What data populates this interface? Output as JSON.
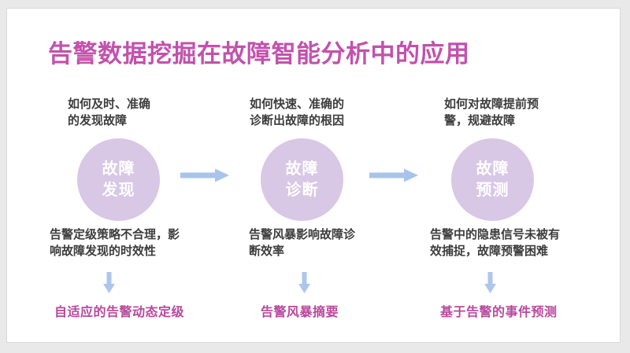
{
  "slide": {
    "title": "告警数据挖掘在故障智能分析中的应用",
    "colors": {
      "title_text": "#c351ad",
      "solution_text": "#b9489f",
      "body_text": "#3d3d3d",
      "circle_fill": "#d8c7e5",
      "circle_text": "#ffffff",
      "arrow_fill": "#a9c4ea",
      "slide_background": "#ffffff",
      "outer_background": "#e9e9e9"
    },
    "columns": [
      {
        "question": "如何及时、准确\n的发现故障",
        "circle_label": "故障\n发现",
        "problem": "告警定级策略不合理，影\n响故障发现的时效性",
        "solution": "自适应的告警动态定级"
      },
      {
        "question": "如何快速、准确的\n诊断出故障的根因",
        "circle_label": "故障\n诊断",
        "problem": "告警风暴影响故障诊\n断效率",
        "solution": "告警风暴摘要"
      },
      {
        "question": "如何对故障提前预\n警，规避故障",
        "circle_label": "故障\n预测",
        "problem": "告警中的隐患信号未被有\n效捕捉，故障预警困难",
        "solution": "基于告警的事件预测"
      }
    ],
    "icons": {
      "flow_arrow": "right-arrow-icon",
      "step_arrow": "down-arrow-icon"
    }
  }
}
